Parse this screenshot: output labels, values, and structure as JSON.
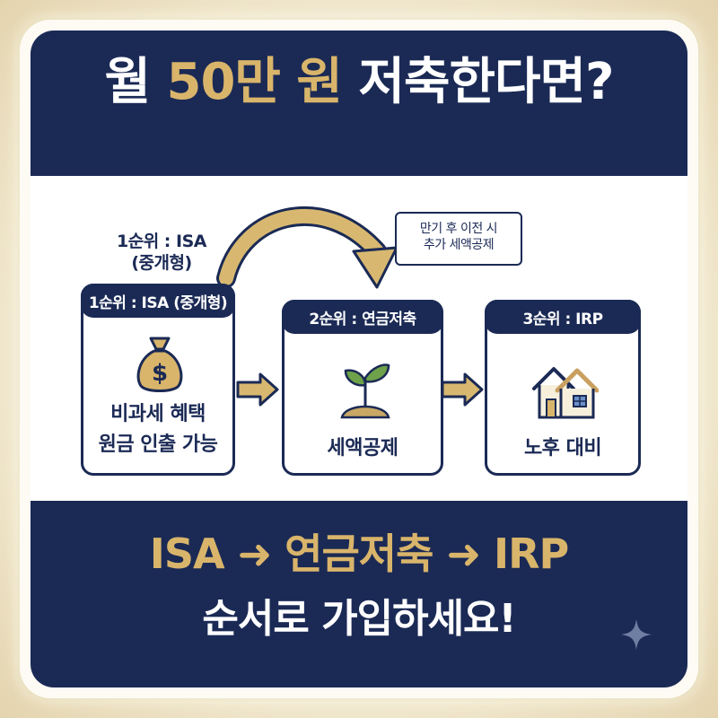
{
  "header": {
    "title_prefix": "월 ",
    "title_highlight": "50만 원",
    "title_suffix": " 저축한다면?"
  },
  "note": {
    "top_label_line1": "1순위 : ISA",
    "top_label_line2": "(중개형)",
    "callout_line1": "만기 후 이전 시",
    "callout_line2": "추가 세액공제"
  },
  "steps": [
    {
      "label": "1순위 : ISA (중개형)",
      "line1": "비과세 혜택",
      "line2": "원금 인출 가능",
      "icon": "money-bag-icon"
    },
    {
      "label": "2순위 : 연금저축",
      "line1": "세액공제",
      "icon": "sprout-icon"
    },
    {
      "label": "3순위 : IRP",
      "line1": "노후 대비",
      "icon": "house-icon"
    }
  ],
  "footer": {
    "flow_line": "ISA ➜ 연금저축 ➜ IRP",
    "cta_line": "순서로 가입하세요!"
  },
  "colors": {
    "navy": "#1b2a55",
    "gold": "#d9b56b",
    "white": "#ffffff"
  }
}
